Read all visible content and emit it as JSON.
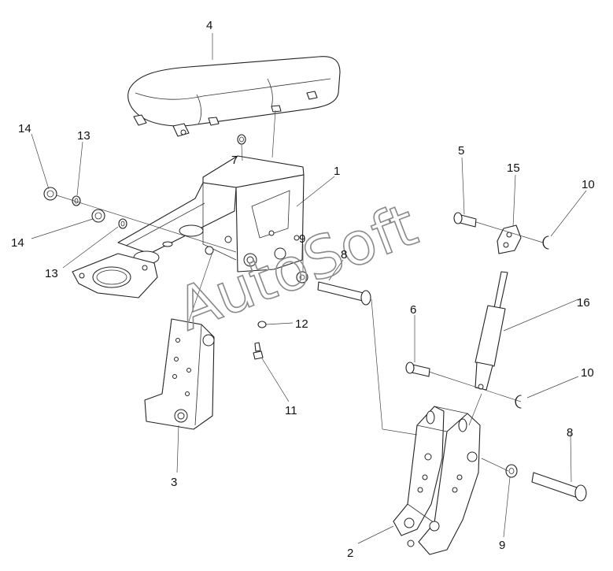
{
  "watermark": "AutoSoft",
  "callouts": {
    "c1": "1",
    "c2": "2",
    "c3": "3",
    "c4": "4",
    "c5": "5",
    "c6": "6",
    "c7": "7",
    "c8a": "8",
    "c8b": "8",
    "c9a": "9",
    "c9b": "9",
    "c10a": "10",
    "c10b": "10",
    "c11": "11",
    "c12": "12",
    "c13a": "13",
    "c13b": "13",
    "c14a": "14",
    "c14b": "14",
    "c15": "15",
    "c16": "16"
  }
}
